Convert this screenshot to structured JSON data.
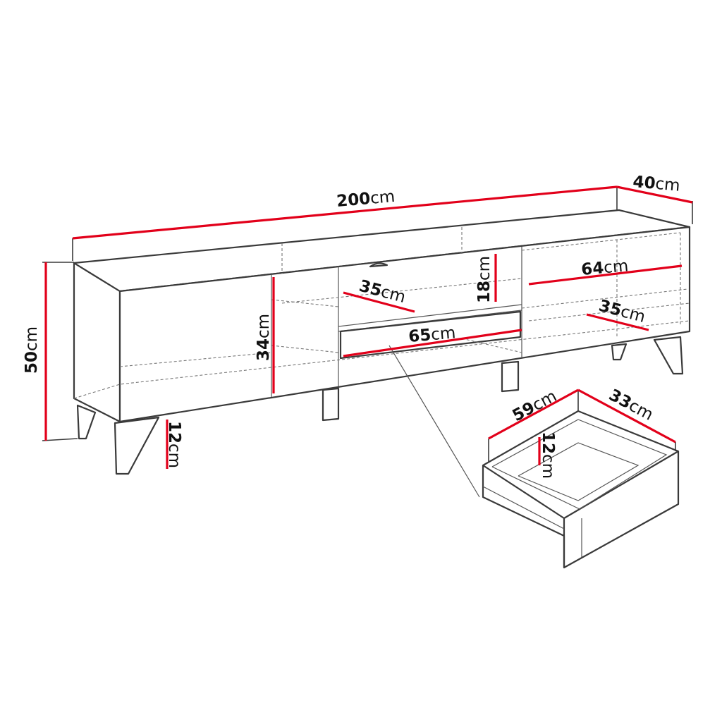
{
  "title": "TV stand dimension drawing",
  "colors": {
    "dimension_line": "#e2001a",
    "outline": "#3a3a3a"
  },
  "dimensions": {
    "width": {
      "value": "200",
      "unit": "cm"
    },
    "depth": {
      "value": "40",
      "unit": "cm"
    },
    "height": {
      "value": "50",
      "unit": "cm"
    },
    "right_compartment_width": {
      "value": "64",
      "unit": "cm"
    },
    "right_compartment_depth": {
      "value": "35",
      "unit": "cm"
    },
    "open_shelf_height": {
      "value": "18",
      "unit": "cm"
    },
    "open_shelf_depth": {
      "value": "35",
      "unit": "cm"
    },
    "middle_width": {
      "value": "65",
      "unit": "cm"
    },
    "left_compartment_height": {
      "value": "34",
      "unit": "cm"
    },
    "leg_height": {
      "value": "12",
      "unit": "cm"
    },
    "drawer_width": {
      "value": "59",
      "unit": "cm"
    },
    "drawer_depth": {
      "value": "33",
      "unit": "cm"
    },
    "drawer_height": {
      "value": "12",
      "unit": "cm"
    }
  }
}
